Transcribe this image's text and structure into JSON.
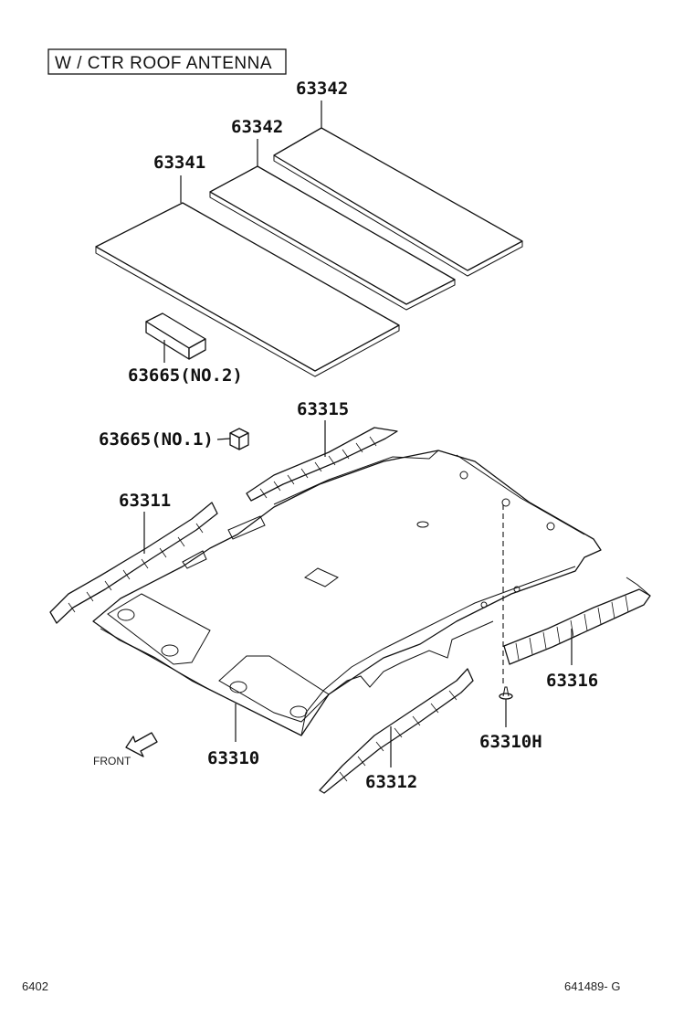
{
  "condition_label": "W / CTR  ROOF  ANTENNA",
  "parts": {
    "p63342a": "63342",
    "p63342b": "63342",
    "p63341": "63341",
    "p63665no2": "63665(NO.2)",
    "p63315": "63315",
    "p63665no1": "63665(NO.1)",
    "p63311": "63311",
    "p63316": "63316",
    "p63310h": "63310H",
    "p63310": "63310",
    "p63312": "63312"
  },
  "front_label": "FRONT",
  "footer": {
    "left": "6402",
    "right": "641489- G"
  }
}
